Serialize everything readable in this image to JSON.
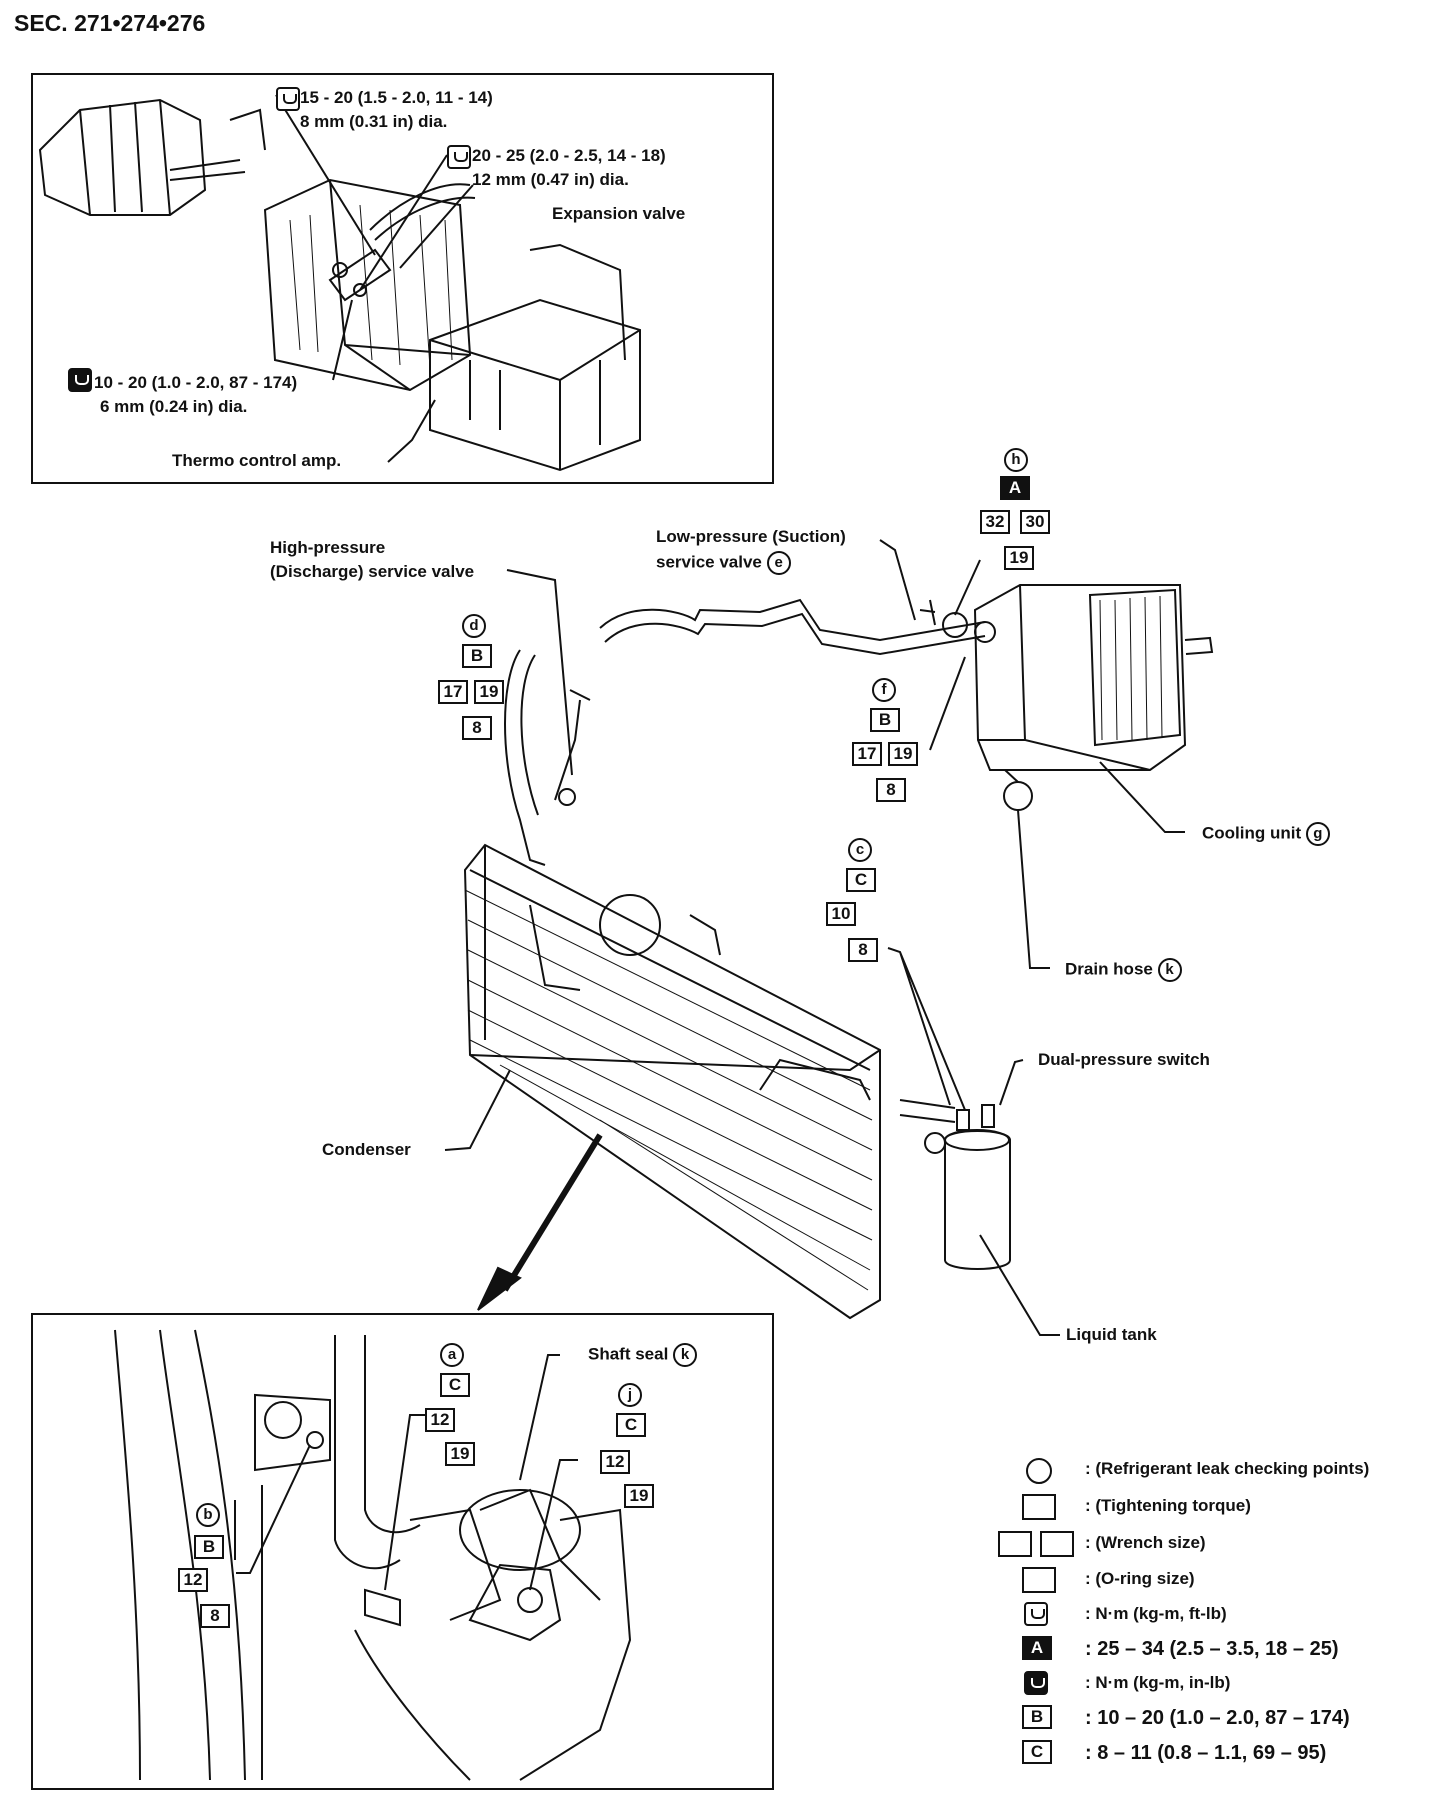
{
  "section": "SEC. 271•274•276",
  "top_inset": {
    "callout_15_20": {
      "torque": "15 - 20 (1.5 - 2.0, 11 - 14)",
      "size": "8 mm (0.31 in) dia."
    },
    "callout_20_25": {
      "torque": "20 - 25 (2.0 - 2.5, 14 - 18)",
      "size": "12 mm (0.47 in) dia."
    },
    "expansion_valve": "Expansion valve",
    "callout_10_20": {
      "torque": "10 - 20 (1.0 - 2.0, 87 - 174)",
      "size": "6 mm (0.24 in) dia."
    },
    "thermo_control": "Thermo control amp."
  },
  "main": {
    "high_pressure": {
      "line1": "High-pressure",
      "line2": "(Discharge) service valve"
    },
    "low_pressure": {
      "line1": "Low-pressure (Suction)",
      "line2": "service valve",
      "mark": "e"
    },
    "cooling_unit": {
      "label": "Cooling unit",
      "mark": "g"
    },
    "drain_hose": {
      "label": "Drain hose",
      "mark": "k"
    },
    "dual_pressure": "Dual-pressure switch",
    "condenser": "Condenser",
    "liquid_tank": "Liquid tank",
    "point_h": {
      "mark": "h",
      "torque": "A",
      "wrench": [
        "32",
        "30"
      ],
      "oring": "19"
    },
    "point_d": {
      "mark": "d",
      "torque": "B",
      "wrench": [
        "17",
        "19"
      ],
      "oring": "8"
    },
    "point_f": {
      "mark": "f",
      "torque": "B",
      "wrench": [
        "17",
        "19"
      ],
      "oring": "8"
    },
    "point_c": {
      "mark": "c",
      "torque": "C",
      "wrench": [
        "10"
      ],
      "oring": "8"
    }
  },
  "bottom_inset": {
    "shaft_seal": {
      "label": "Shaft seal",
      "mark": "k"
    },
    "point_a": {
      "mark": "a",
      "torque": "C",
      "wrench": "12",
      "oring": "19"
    },
    "point_j": {
      "mark": "j",
      "torque": "C",
      "wrench": "12",
      "oring": "19"
    },
    "point_b": {
      "mark": "b",
      "torque": "B",
      "wrench": "12",
      "oring": "8"
    }
  },
  "legend": [
    {
      "symbol": "circle",
      "text": ": (Refrigerant leak checking points)"
    },
    {
      "symbol": "box",
      "text": ": (Tightening torque)"
    },
    {
      "symbol": "double-box",
      "text": ": (Wrench size)"
    },
    {
      "symbol": "box",
      "text": ": (O-ring size)"
    },
    {
      "symbol": "wrench-icon",
      "text": ": N·m (kg-m, ft-lb)"
    },
    {
      "symbol": "A",
      "text": ": 25 – 34 (2.5 – 3.5, 18 – 25)"
    },
    {
      "symbol": "wrench-dark-icon",
      "text": ": N·m (kg-m, in-lb)"
    },
    {
      "symbol": "B",
      "text": ": 10 – 20 (1.0 – 2.0, 87 – 174)"
    },
    {
      "symbol": "C",
      "text": ": 8 – 11 (0.8 – 1.1, 69 – 95)"
    }
  ]
}
